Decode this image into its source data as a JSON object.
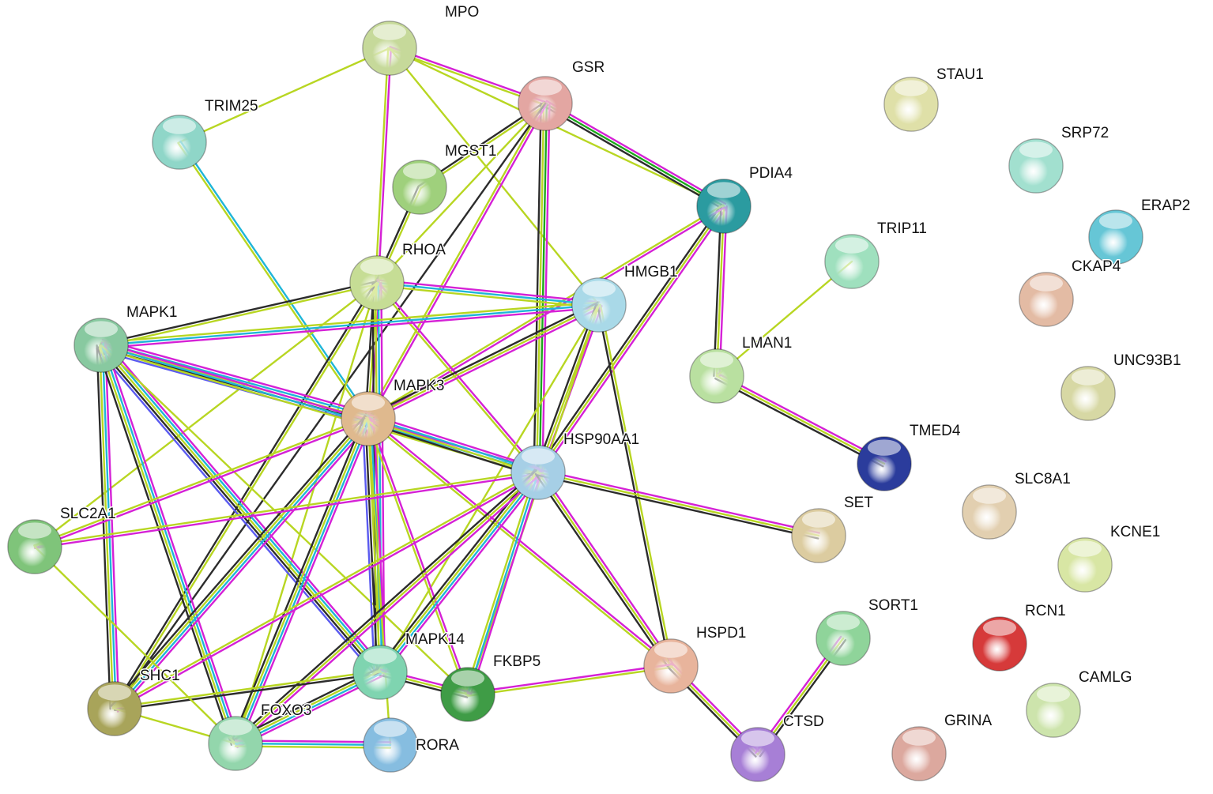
{
  "network": {
    "nodes": [
      {
        "id": "MPO",
        "label": "MPO",
        "color": "#c6d99a"
      },
      {
        "id": "GSR",
        "label": "GSR",
        "color": "#e3a6a2"
      },
      {
        "id": "TRIM25",
        "label": "TRIM25",
        "color": "#8fd6c8"
      },
      {
        "id": "MGST1",
        "label": "MGST1",
        "color": "#9fd07c"
      },
      {
        "id": "PDIA4",
        "label": "PDIA4",
        "color": "#2b9ba0"
      },
      {
        "id": "RHOA",
        "label": "RHOA",
        "color": "#c6dd95"
      },
      {
        "id": "HMGB1",
        "label": "HMGB1",
        "color": "#a9d9e8"
      },
      {
        "id": "MAPK1",
        "label": "MAPK1",
        "color": "#88c9a0"
      },
      {
        "id": "MAPK3",
        "label": "MAPK3",
        "color": "#dfb98e"
      },
      {
        "id": "HSP90AA1",
        "label": "HSP90AA1",
        "color": "#a6cfe6"
      },
      {
        "id": "SLC2A1",
        "label": "SLC2A1",
        "color": "#7fc47a"
      },
      {
        "id": "MAPK14",
        "label": "MAPK14",
        "color": "#7fd4b0"
      },
      {
        "id": "FKBP5",
        "label": "FKBP5",
        "color": "#3f9c46"
      },
      {
        "id": "SHC1",
        "label": "SHC1",
        "color": "#a8a45a"
      },
      {
        "id": "FOXO3",
        "label": "FOXO3",
        "color": "#93d6ac"
      },
      {
        "id": "RORA",
        "label": "RORA",
        "color": "#86bde0"
      },
      {
        "id": "HSPD1",
        "label": "HSPD1",
        "color": "#e8b49c"
      },
      {
        "id": "CTSD",
        "label": "CTSD",
        "color": "#a77fd6"
      },
      {
        "id": "SORT1",
        "label": "SORT1",
        "color": "#8fd49a"
      },
      {
        "id": "SET",
        "label": "SET",
        "color": "#dccca0"
      },
      {
        "id": "TMED4",
        "label": "TMED4",
        "color": "#2b3c9c"
      },
      {
        "id": "LMAN1",
        "label": "LMAN1",
        "color": "#b9e0a0"
      },
      {
        "id": "TRIP11",
        "label": "TRIP11",
        "color": "#9fe0be"
      },
      {
        "id": "STAU1",
        "label": "STAU1",
        "color": "#dfe0a8"
      },
      {
        "id": "SRP72",
        "label": "SRP72",
        "color": "#a2e0cf"
      },
      {
        "id": "ERAP2",
        "label": "ERAP2",
        "color": "#66c6d6"
      },
      {
        "id": "CKAP4",
        "label": "CKAP4",
        "color": "#e3bba4"
      },
      {
        "id": "UNC93B1",
        "label": "UNC93B1",
        "color": "#d7d8a4"
      },
      {
        "id": "SLC8A1",
        "label": "SLC8A1",
        "color": "#e2cfb0"
      },
      {
        "id": "KCNE1",
        "label": "KCNE1",
        "color": "#d8e6a4"
      },
      {
        "id": "RCN1",
        "label": "RCN1",
        "color": "#d63a3a"
      },
      {
        "id": "CAMLG",
        "label": "CAMLG",
        "color": "#cde4ac"
      },
      {
        "id": "GRINA",
        "label": "GRINA",
        "color": "#dca89e"
      }
    ],
    "edge_colors": {
      "experiments": "#d521d6",
      "databases": "#1fb6d8",
      "textmining": "#b8d622",
      "coexpression": "#2c2c2c",
      "neighborhood": "#1ca81c",
      "binding": "#5a5af0"
    },
    "edges": [
      {
        "source": "MPO",
        "target": "TRIM25",
        "types": [
          "textmining"
        ]
      },
      {
        "source": "MPO",
        "target": "GSR",
        "types": [
          "experiments",
          "textmining"
        ]
      },
      {
        "source": "MPO",
        "target": "RHOA",
        "types": [
          "experiments",
          "textmining"
        ]
      },
      {
        "source": "MPO",
        "target": "PDIA4",
        "types": [
          "textmining"
        ]
      },
      {
        "source": "MPO",
        "target": "HMGB1",
        "types": [
          "textmining"
        ]
      },
      {
        "source": "TRIM25",
        "target": "MAPK3",
        "types": [
          "databases",
          "textmining"
        ]
      },
      {
        "source": "GSR",
        "target": "MGST1",
        "types": [
          "textmining",
          "coexpression"
        ]
      },
      {
        "source": "GSR",
        "target": "PDIA4",
        "types": [
          "experiments",
          "neighborhood",
          "coexpression"
        ]
      },
      {
        "source": "GSR",
        "target": "HSP90AA1",
        "types": [
          "experiments",
          "neighborhood",
          "textmining",
          "coexpression"
        ]
      },
      {
        "source": "GSR",
        "target": "MAPK3",
        "types": [
          "experiments",
          "textmining"
        ]
      },
      {
        "source": "GSR",
        "target": "RHOA",
        "types": [
          "textmining"
        ]
      },
      {
        "source": "GSR",
        "target": "SHC1",
        "types": [
          "coexpression"
        ]
      },
      {
        "source": "MGST1",
        "target": "RHOA",
        "types": [
          "textmining",
          "coexpression"
        ]
      },
      {
        "source": "PDIA4",
        "target": "HSP90AA1",
        "types": [
          "experiments",
          "textmining",
          "coexpression"
        ]
      },
      {
        "source": "PDIA4",
        "target": "LMAN1",
        "types": [
          "experiments",
          "textmining",
          "coexpression"
        ]
      },
      {
        "source": "PDIA4",
        "target": "MAPK3",
        "types": [
          "experiments",
          "textmining"
        ]
      },
      {
        "source": "RHOA",
        "target": "HMGB1",
        "types": [
          "experiments",
          "databases",
          "textmining"
        ]
      },
      {
        "source": "RHOA",
        "target": "MAPK1",
        "types": [
          "textmining",
          "coexpression"
        ]
      },
      {
        "source": "RHOA",
        "target": "MAPK3",
        "types": [
          "experiments",
          "textmining",
          "coexpression"
        ]
      },
      {
        "source": "RHOA",
        "target": "HSP90AA1",
        "types": [
          "experiments",
          "textmining"
        ]
      },
      {
        "source": "RHOA",
        "target": "MAPK14",
        "types": [
          "experiments",
          "databases",
          "textmining",
          "coexpression"
        ]
      },
      {
        "source": "RHOA",
        "target": "SHC1",
        "types": [
          "textmining",
          "coexpression"
        ]
      },
      {
        "source": "RHOA",
        "target": "FOXO3",
        "types": [
          "textmining"
        ]
      },
      {
        "source": "RHOA",
        "target": "SLC2A1",
        "types": [
          "textmining"
        ]
      },
      {
        "source": "HMGB1",
        "target": "MAPK1",
        "types": [
          "experiments",
          "databases",
          "textmining"
        ]
      },
      {
        "source": "HMGB1",
        "target": "MAPK3",
        "types": [
          "experiments",
          "textmining",
          "coexpression"
        ]
      },
      {
        "source": "HMGB1",
        "target": "HSP90AA1",
        "types": [
          "experiments",
          "textmining",
          "coexpression"
        ]
      },
      {
        "source": "HMGB1",
        "target": "HSPD1",
        "types": [
          "textmining",
          "coexpression"
        ]
      },
      {
        "source": "HMGB1",
        "target": "FKBP5",
        "types": [
          "textmining"
        ]
      },
      {
        "source": "HMGB1",
        "target": "MAPK14",
        "types": [
          "textmining"
        ]
      },
      {
        "source": "MAPK1",
        "target": "MAPK3",
        "types": [
          "experiments",
          "databases",
          "textmining",
          "coexpression",
          "binding"
        ]
      },
      {
        "source": "MAPK1",
        "target": "HSP90AA1",
        "types": [
          "experiments",
          "databases",
          "textmining"
        ]
      },
      {
        "source": "MAPK1",
        "target": "MAPK14",
        "types": [
          "experiments",
          "databases",
          "textmining",
          "coexpression",
          "binding"
        ]
      },
      {
        "source": "MAPK1",
        "target": "SHC1",
        "types": [
          "experiments",
          "databases",
          "textmining",
          "coexpression"
        ]
      },
      {
        "source": "MAPK1",
        "target": "FOXO3",
        "types": [
          "experiments",
          "databases",
          "textmining",
          "coexpression"
        ]
      },
      {
        "source": "MAPK1",
        "target": "FKBP5",
        "types": [
          "textmining"
        ]
      },
      {
        "source": "MAPK3",
        "target": "HSP90AA1",
        "types": [
          "experiments",
          "databases",
          "textmining",
          "coexpression"
        ]
      },
      {
        "source": "MAPK3",
        "target": "SLC2A1",
        "types": [
          "experiments",
          "textmining"
        ]
      },
      {
        "source": "MAPK3",
        "target": "MAPK14",
        "types": [
          "experiments",
          "databases",
          "textmining",
          "coexpression",
          "binding"
        ]
      },
      {
        "source": "MAPK3",
        "target": "SHC1",
        "types": [
          "experiments",
          "databases",
          "textmining",
          "coexpression"
        ]
      },
      {
        "source": "MAPK3",
        "target": "FOXO3",
        "types": [
          "experiments",
          "databases",
          "textmining",
          "coexpression"
        ]
      },
      {
        "source": "MAPK3",
        "target": "FKBP5",
        "types": [
          "experiments",
          "textmining"
        ]
      },
      {
        "source": "MAPK3",
        "target": "HSPD1",
        "types": [
          "experiments",
          "textmining"
        ]
      },
      {
        "source": "MAPK3",
        "target": "RORA",
        "types": [
          "textmining"
        ]
      },
      {
        "source": "HSP90AA1",
        "target": "SLC2A1",
        "types": [
          "experiments",
          "textmining"
        ]
      },
      {
        "source": "HSP90AA1",
        "target": "MAPK14",
        "types": [
          "experiments",
          "databases",
          "textmining",
          "coexpression"
        ]
      },
      {
        "source": "HSP90AA1",
        "target": "FKBP5",
        "types": [
          "experiments",
          "databases",
          "textmining"
        ]
      },
      {
        "source": "HSP90AA1",
        "target": "SHC1",
        "types": [
          "experiments",
          "textmining"
        ]
      },
      {
        "source": "HSP90AA1",
        "target": "FOXO3",
        "types": [
          "experiments",
          "textmining",
          "coexpression"
        ]
      },
      {
        "source": "HSP90AA1",
        "target": "HSPD1",
        "types": [
          "experiments",
          "textmining",
          "coexpression"
        ]
      },
      {
        "source": "HSP90AA1",
        "target": "SET",
        "types": [
          "experiments",
          "textmining",
          "coexpression"
        ]
      },
      {
        "source": "MAPK14",
        "target": "FKBP5",
        "types": [
          "experiments",
          "textmining",
          "coexpression"
        ]
      },
      {
        "source": "MAPK14",
        "target": "SHC1",
        "types": [
          "coexpression",
          "textmining"
        ]
      },
      {
        "source": "MAPK14",
        "target": "FOXO3",
        "types": [
          "experiments",
          "databases",
          "textmining",
          "coexpression"
        ]
      },
      {
        "source": "FKBP5",
        "target": "HSPD1",
        "types": [
          "experiments",
          "textmining"
        ]
      },
      {
        "source": "SLC2A1",
        "target": "FOXO3",
        "types": [
          "textmining"
        ]
      },
      {
        "source": "SHC1",
        "target": "FOXO3",
        "types": [
          "textmining"
        ]
      },
      {
        "source": "FOXO3",
        "target": "RORA",
        "types": [
          "experiments",
          "databases",
          "textmining"
        ]
      },
      {
        "source": "HSPD1",
        "target": "CTSD",
        "types": [
          "experiments",
          "textmining",
          "coexpression"
        ]
      },
      {
        "source": "CTSD",
        "target": "SORT1",
        "types": [
          "experiments",
          "textmining",
          "coexpression"
        ]
      },
      {
        "source": "LMAN1",
        "target": "TMED4",
        "types": [
          "experiments",
          "textmining",
          "coexpression"
        ]
      },
      {
        "source": "LMAN1",
        "target": "TRIP11",
        "types": [
          "textmining"
        ]
      }
    ]
  }
}
